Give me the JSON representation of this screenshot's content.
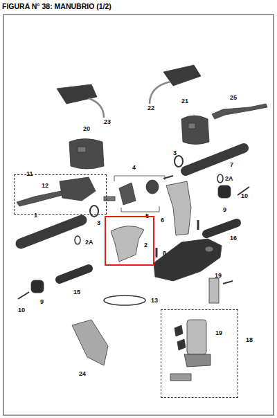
{
  "diagram": {
    "title": "FIGURA N° 38: MANUBRIO (1/2)",
    "nodes": [
      {
        "text": [
          "11"
        ]
      },
      {
        "text": [
          "2"
        ]
      },
      {
        "text": [
          "18"
        ]
      }
    ],
    "labels": [
      "23",
      "22",
      "25",
      "21",
      "20",
      "3",
      "4",
      "7",
      "12",
      "2A",
      "10",
      "9",
      "3",
      "5",
      "6",
      "1",
      "2A",
      "16",
      "8",
      "9",
      "10",
      "15",
      "13",
      "19",
      "19",
      "24"
    ]
  }
}
